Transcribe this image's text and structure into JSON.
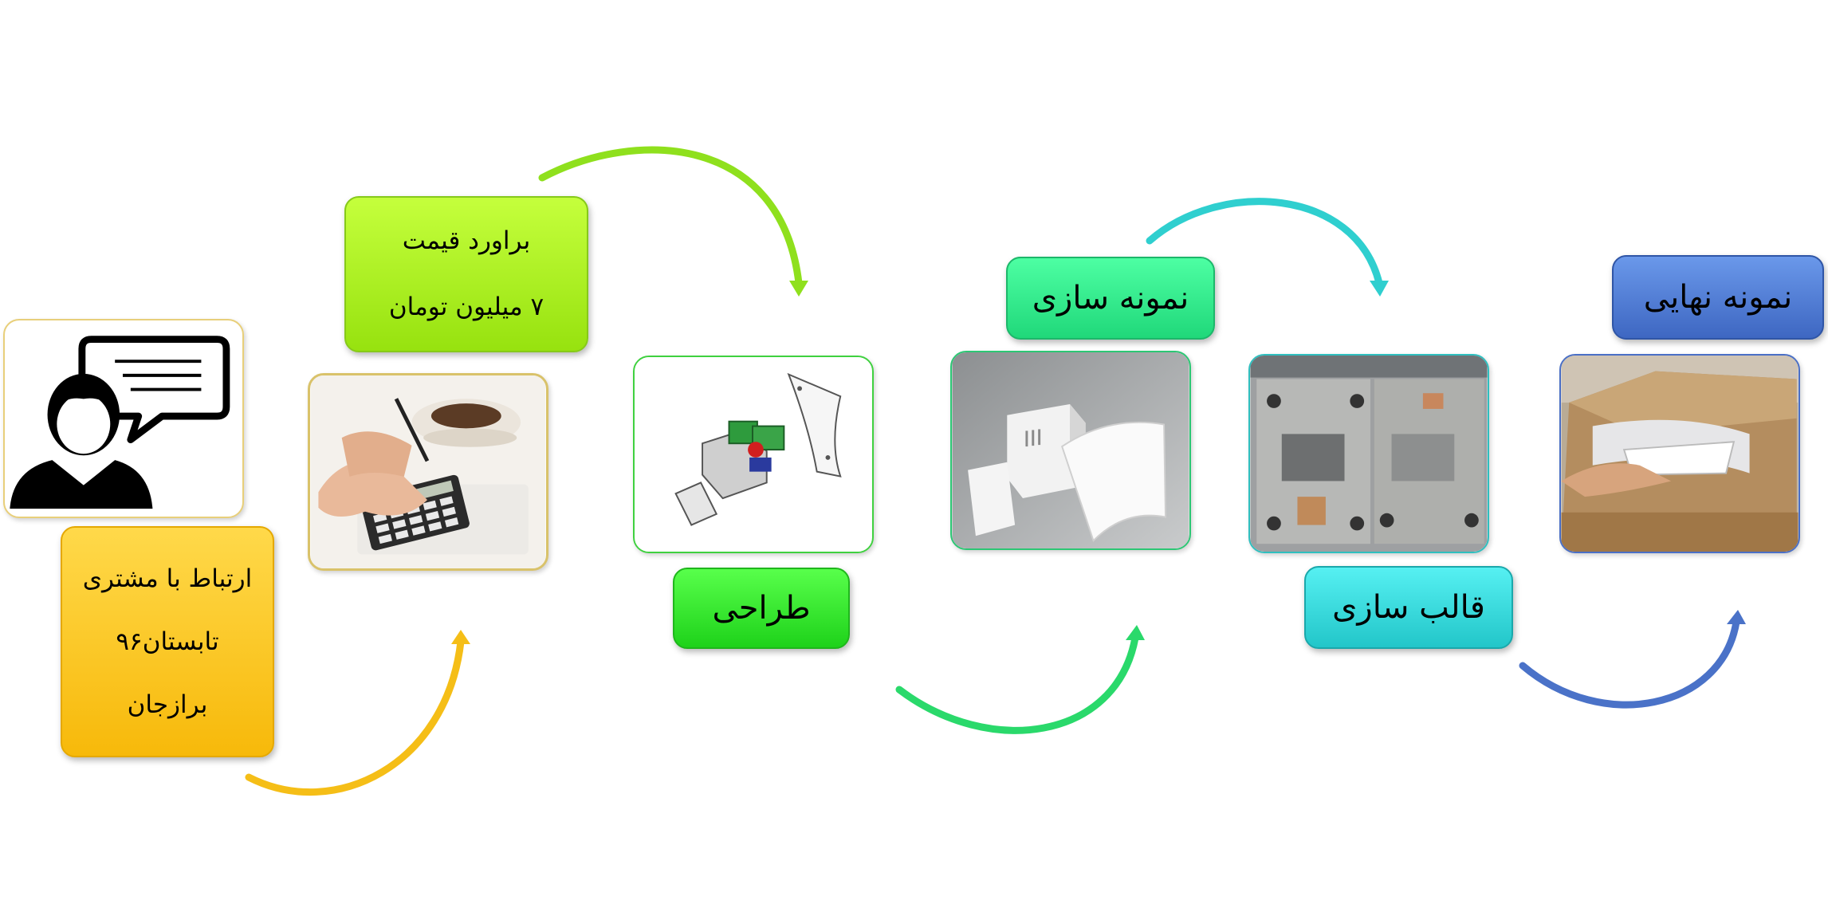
{
  "steps": {
    "customer": {
      "lines": [
        "ارتباط با مشتری",
        "تابستان۹۶",
        "برازجان"
      ],
      "icon": "customer-support-icon"
    },
    "estimate": {
      "lines": [
        "براورد قیمت",
        "۷ میلیون تومان"
      ],
      "icon": "calculator-photo"
    },
    "design": {
      "label": "طراحی",
      "icon": "cad-design-image"
    },
    "prototype": {
      "label": "نمونه سازی",
      "icon": "prototype-photo"
    },
    "mold": {
      "label": "قالب سازی",
      "icon": "mold-photo"
    },
    "final": {
      "label": "نمونه نهایی",
      "icon": "final-product-photo"
    }
  },
  "colors": {
    "yellow": "#f9bd16",
    "lime": "#9ee81b",
    "green": "#2fe03a",
    "mint": "#30dd8a",
    "cyan": "#2fc7cf",
    "blue": "#4a74cc"
  }
}
